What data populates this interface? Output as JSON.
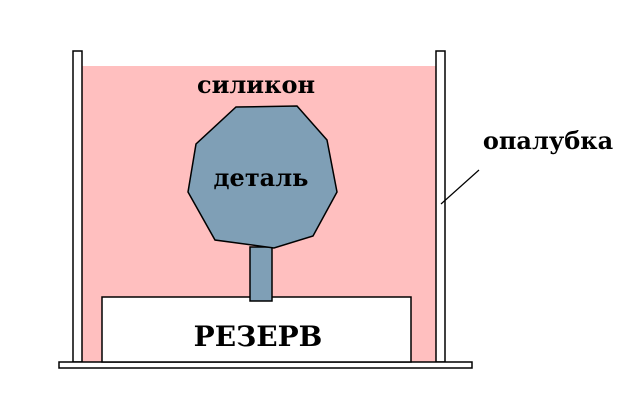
{
  "labels": {
    "silicone": "силикон",
    "part": "деталь",
    "formwork": "опалубка",
    "reserve": "РЕЗЕРВ"
  },
  "colors": {
    "silicone_fill": "#ffbfbf",
    "part_fill": "#7f9fb6",
    "outline": "#000000",
    "background": "#ffffff"
  }
}
